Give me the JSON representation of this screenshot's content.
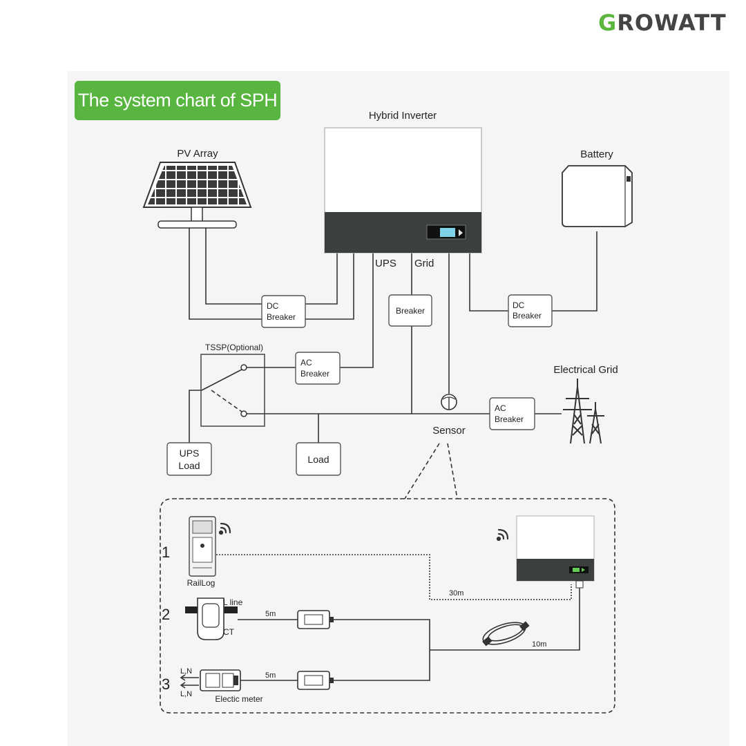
{
  "brand": {
    "g": "G",
    "rest": "ROWATT",
    "accent_color": "#5ab63c"
  },
  "title": "The system chart of SPH",
  "title_color": "#57b540",
  "components": {
    "inverter": "Hybrid Inverter",
    "pv_array": "PV Array",
    "battery": "Battery",
    "ups_port": "UPS",
    "grid_port": "Grid",
    "dc_breaker_left": [
      "DC",
      "Breaker"
    ],
    "breaker_grid": "Breaker",
    "dc_breaker_right": [
      "DC",
      "Breaker"
    ],
    "tssp": "TSSP(Optional)",
    "ac_breaker_ups": [
      "AC",
      "Breaker"
    ],
    "electrical_grid": "Electrical Grid",
    "ac_breaker_grid": [
      "AC",
      "Breaker"
    ],
    "sensor": "Sensor",
    "ups_load": [
      "UPS",
      "Load"
    ],
    "load": "Load"
  },
  "sensor_options": {
    "options": [
      {
        "number": "1",
        "label": "RailLog"
      },
      {
        "number": "2",
        "label": "CT",
        "wire_label": "L line"
      },
      {
        "number": "3",
        "label": "Electic meter",
        "wire_labels": [
          "L,N",
          "L,N"
        ]
      }
    ],
    "cable_lengths": {
      "raillog": "30m",
      "ct": "5m",
      "meter": "5m",
      "main": "10m"
    }
  }
}
